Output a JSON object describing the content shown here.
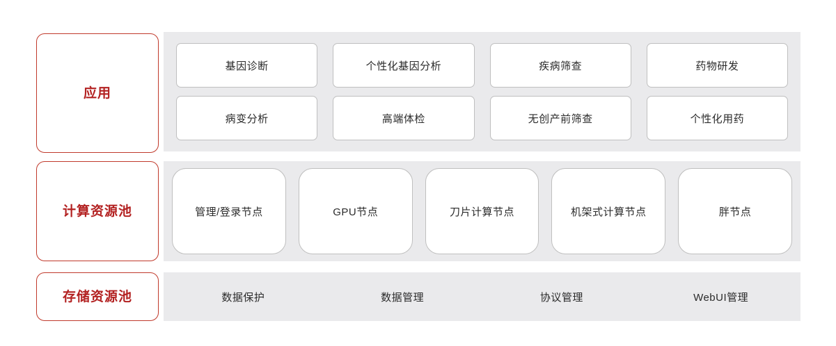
{
  "colors": {
    "panel_background": "#eaeaec",
    "label_border": "#c0392b",
    "label_text": "#b32222",
    "box_border": "#bfbfbf",
    "box_background": "#ffffff",
    "body_text": "#2b2b2b",
    "page_background": "#ffffff"
  },
  "tiers": [
    {
      "id": "application",
      "label": "应用",
      "items": [
        "基因诊断",
        "个性化基因分析",
        "疾病筛查",
        "药物研发",
        "病变分析",
        "高端体检",
        "无创产前筛查",
        "个性化用药"
      ]
    },
    {
      "id": "compute-resource-pool",
      "label": "计算资源池",
      "items": [
        "管理/登录节点",
        "GPU节点",
        "刀片计算节点",
        "机架式计算节点",
        "胖节点"
      ]
    },
    {
      "id": "storage-resource-pool",
      "label": "存储资源池",
      "items": [
        "数据保护",
        "数据管理",
        "协议管理",
        "WebUI管理"
      ]
    }
  ]
}
